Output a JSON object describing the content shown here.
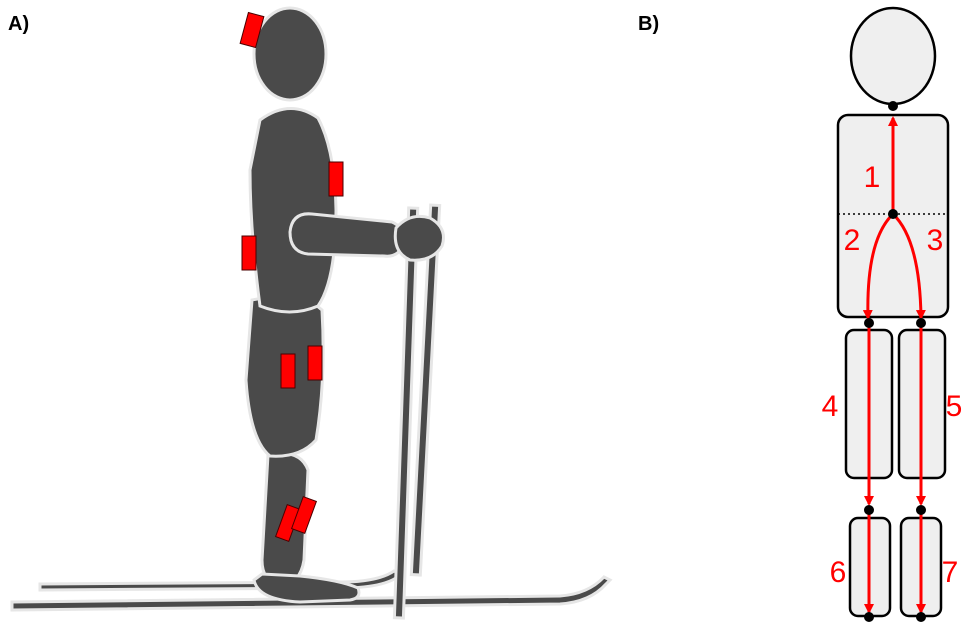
{
  "panel_a": {
    "label": "A)"
  },
  "panel_b": {
    "label": "B)",
    "segment_numbers": [
      "1",
      "2",
      "3",
      "4",
      "5",
      "6",
      "7"
    ]
  },
  "colors": {
    "body": "#4a4a4a",
    "outline": "#e6e6e6",
    "sensor": "#ff0000",
    "segment_fill": "#efefef",
    "arrow": "#ff0000",
    "joint": "#000000"
  }
}
